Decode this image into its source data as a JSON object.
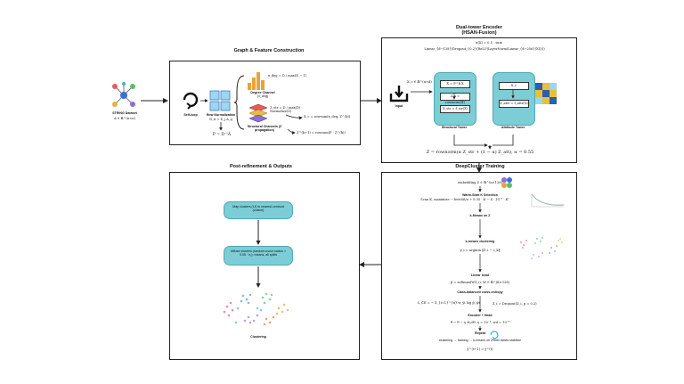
{
  "dataset": {
    "label": "STRING Dataset",
    "dim": "A ∈ ℝ^(n×n)"
  },
  "graph_panel": {
    "title": "Graph & Feature Construction",
    "self_loop": "Self-loop",
    "row_norm": "Row Normalization",
    "row_norm_formula": "D_ii = Σ_j A_ij",
    "p_formula": "P = D⁻¹Â",
    "degree_label": "Degree Channel",
    "degree_sub": "(x_deg)",
    "degree_formula": "x_deg = D / max(D − 1)",
    "struct_label": "Structural Channels (Z propagation)",
    "struct_formula": "Z_str = D / max(D) · Normalize(Z)",
    "xc_formula": "X_c = rowsum(x_deg, Z^(k))",
    "zkp_formula": "Z^(k+1) = rowsum(P · Z^(k))"
  },
  "encoder_panel": {
    "title_line1": "Dual-tower Encoder",
    "title_line2": "(HSAN-Fusion)",
    "top_formula1": "α(X) = 0.5 · sum",
    "top_formula2": "Linear_{d→128}(Dropout_{0.2}(ReLU(LayerNorm(Linear_{d→256}(X)))))",
    "input_label": "Input",
    "input_formula": "X_c ∈ ℝ^(n×d)",
    "struct_box1": "X̂ = P^k X",
    "struct_box2": "Z_s = rownorm(X̂)",
    "struct_box3": "Z_str = f_str(X̂)",
    "struct_tower": "Structural Tower",
    "attr_box1": "X_c",
    "attr_box2": "Z_attr = f_attr(X)",
    "attr_tower": "Attribute Tower",
    "fusion_formula": "Z = rownorm(α Z_str + (1 − α) Z_att),   α = 0.55"
  },
  "deep_panel": {
    "title": "DeepCluster Training",
    "embedding": "embedding Z ∈ ℝ^(n×128)",
    "warm_start": "Warm-Start K Selection",
    "warm_formula": "Scan K, maximize − bestSil/n + 0.35 · K − 4 · 10⁻⁴ · K²",
    "kmeans_z": "k-Means on Z",
    "kmeans_clustering": "k-means clustering",
    "yi_formula": "ŷ_i = argmin ‖Z_i − c_k‖",
    "linear_head": "Linear head",
    "softmax_formula": "p̂ = softmax(WZ_i),   W ∈ ℝ^(K×128)",
    "ce_title": "Class-balanced cross-entropy",
    "ce_formula": "L_CE = − Σ_{i=1}^{n} w_ŷi log p̂_iŷi",
    "dropout_formula": "Z_i = Dropout(Z_i, p = 0.2)",
    "encoder_head": "Encoder + Head",
    "update_formula": "θ ← θ − η ∂L/∂θ,   η = 10⁻³,   wd = 10⁻⁴",
    "repeat": "Repeat",
    "repeat_text": "clustering → training → k-means on Z until labels stabilize",
    "final_formula": "ŷ^(t+1) = ŷ^(t)"
  },
  "post_panel": {
    "title": "Post-refinement & Outputs",
    "step1": "Map clusters (t-f) to nearest centroid (cosine)",
    "step2": "diffuse clusters (random-move radius = 0.05 · n₁); means, all splits",
    "output": "Clustering"
  },
  "colors": {
    "tower": "#7ccdd6",
    "accent_orange": "#e8a33a",
    "accent_purple": "#8f6fd0",
    "panel_border": "#222222"
  }
}
